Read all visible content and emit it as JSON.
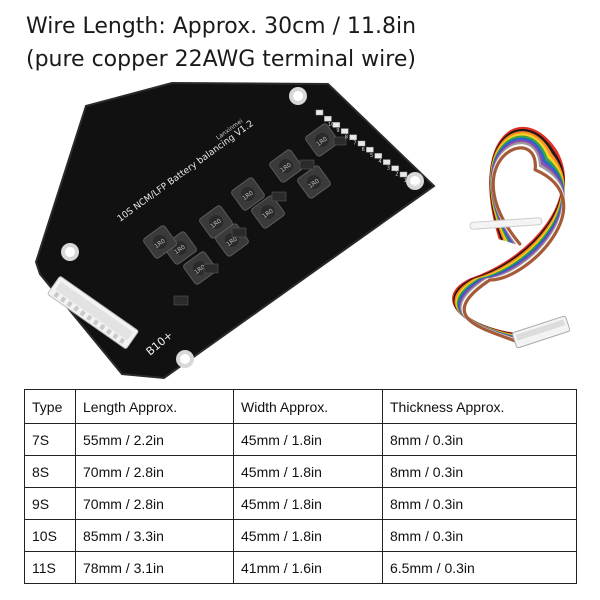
{
  "heading": {
    "line1": "Wire Length: Approx. 30cm / 11.8in",
    "line2": "(pure copper 22AWG terminal wire)"
  },
  "board": {
    "title_line1": "10S NCM/LFP Battery balancing V1.2",
    "maker": "Lanxinmei",
    "pin_label": "B10+",
    "inductor_mark": "1R0",
    "pin_labels": [
      "10",
      "9",
      "8",
      "7",
      "6",
      "5",
      "4",
      "3",
      "2",
      "1",
      "B0"
    ]
  },
  "table": {
    "headers": [
      "Type",
      "Length Approx.",
      "Width Approx.",
      "Thickness Approx."
    ],
    "rows": [
      [
        "7S",
        "55mm / 2.2in",
        "45mm / 1.8in",
        "8mm / 0.3in"
      ],
      [
        "8S",
        "70mm / 2.8in",
        "45mm / 1.8in",
        "8mm / 0.3in"
      ],
      [
        "9S",
        "70mm / 2.8in",
        "45mm / 1.8in",
        "8mm / 0.3in"
      ],
      [
        "10S",
        "85mm / 3.3in",
        "45mm / 1.8in",
        "8mm / 0.3in"
      ],
      [
        "11S",
        "78mm / 3.1in",
        "41mm / 1.6in",
        "6.5mm / 0.3in"
      ]
    ]
  },
  "colors": {
    "pcb": "#131313",
    "connector": "#f2f2f2",
    "wires": [
      "#e2231a",
      "#111111",
      "#ff8a1f",
      "#f7d21e",
      "#2f9e44",
      "#1f5fd1",
      "#8e44ad",
      "#9a9a9a",
      "#ffffff",
      "#a0522d"
    ]
  }
}
